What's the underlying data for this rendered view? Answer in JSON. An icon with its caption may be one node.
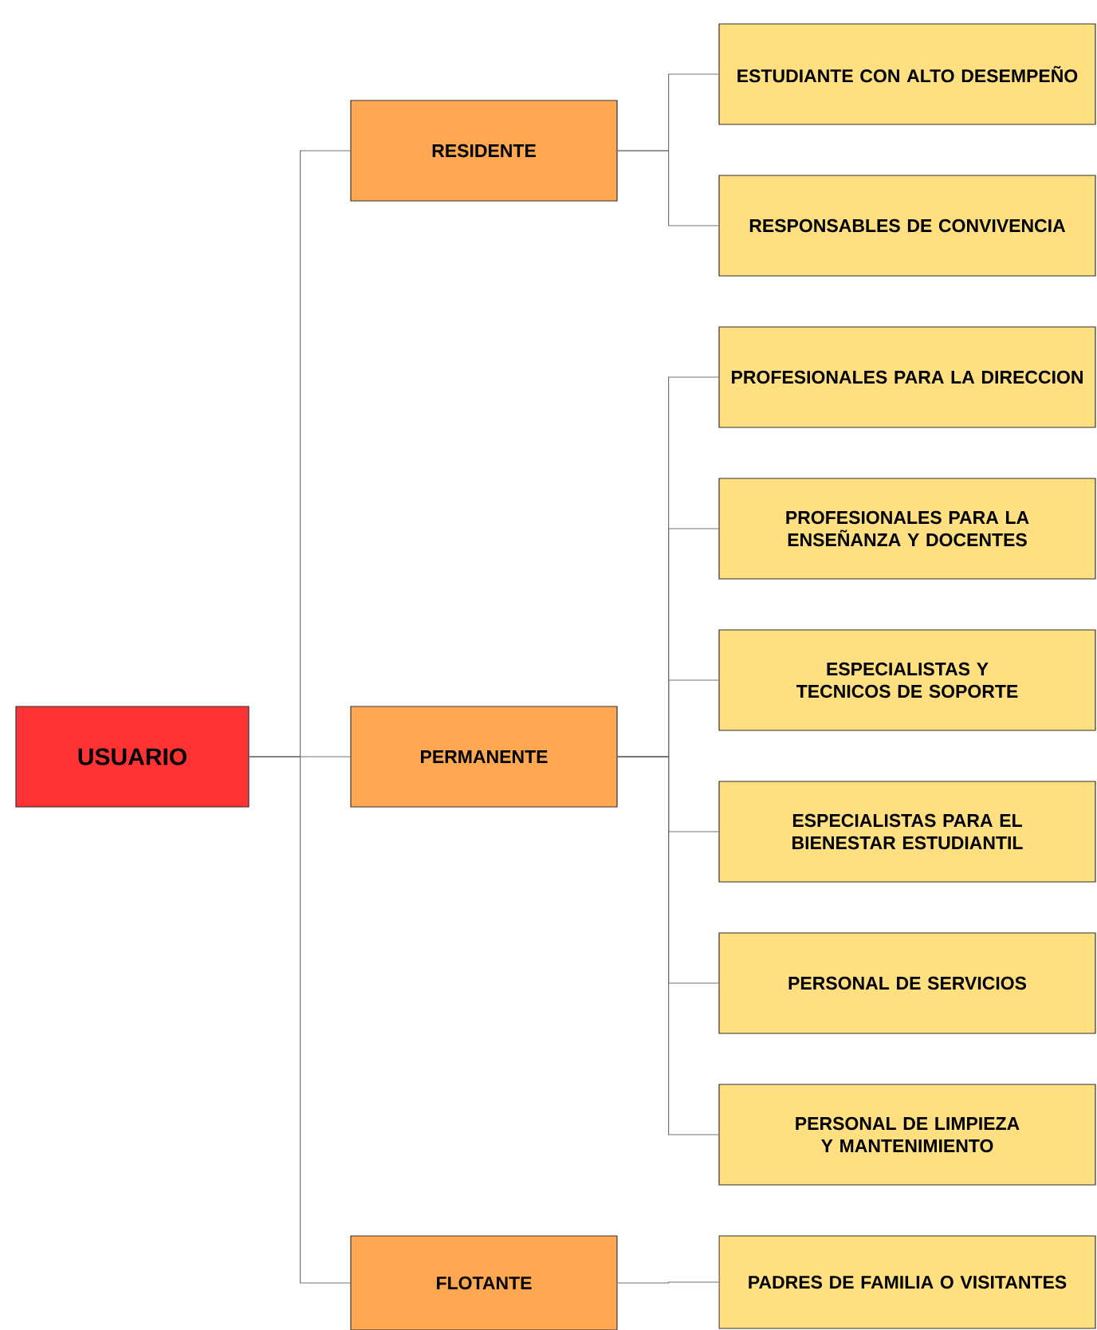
{
  "diagram": {
    "nodes": [
      {
        "text": [
          "USUARIO"
        ]
      },
      {
        "text": [
          "RESIDENTE"
        ]
      },
      {
        "text": [
          "PERMANENTE"
        ]
      },
      {
        "text": [
          "FLOTANTE"
        ]
      },
      {
        "text": [
          "ESTUDIANTE CON ALTO DESEMPEÑO"
        ]
      },
      {
        "text": [
          "RESPONSABLES DE CONVIVENCIA"
        ]
      },
      {
        "text": [
          "PROFESIONALES PARA LA DIRECCION"
        ]
      },
      {
        "text": [
          "PROFESIONALES PARA LA ENSEÑANZA Y DOCENTES"
        ]
      },
      {
        "text": [
          "ESPECIALISTAS Y TECNICOS DE SOPORTE"
        ]
      },
      {
        "text": [
          "ESPECIALISTAS PARA EL BIENESTAR ESTUDIANTIL"
        ]
      },
      {
        "text": [
          "PERSONAL DE SERVICIOS"
        ]
      },
      {
        "text": [
          "PERSONAL DE LIMPIEZA Y MANTENIMIENTO"
        ]
      },
      {
        "text": [
          "PADRES DE FAMILIA O VISITANTES"
        ]
      }
    ],
    "edges": [
      {
        "from": 0,
        "to": 1,
        "arrow": "none"
      },
      {
        "from": 0,
        "to": 2,
        "arrow": "none"
      },
      {
        "from": 0,
        "to": 3,
        "arrow": "none"
      },
      {
        "from": 1,
        "to": 4,
        "arrow": "none"
      },
      {
        "from": 1,
        "to": 5,
        "arrow": "none"
      },
      {
        "from": 2,
        "to": 6,
        "arrow": "none"
      },
      {
        "from": 2,
        "to": 7,
        "arrow": "none"
      },
      {
        "from": 2,
        "to": 8,
        "arrow": "none"
      },
      {
        "from": 2,
        "to": 9,
        "arrow": "none"
      },
      {
        "from": 2,
        "to": 10,
        "arrow": "none"
      },
      {
        "from": 2,
        "to": 11,
        "arrow": "none"
      },
      {
        "from": 3,
        "to": 12,
        "arrow": "none"
      }
    ]
  }
}
